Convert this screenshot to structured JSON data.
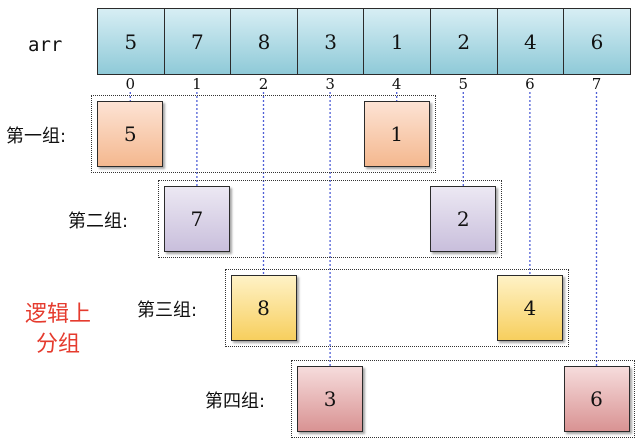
{
  "array_label": "arr",
  "array_values": [
    "5",
    "7",
    "8",
    "3",
    "1",
    "2",
    "4",
    "6"
  ],
  "indices": [
    "0",
    "1",
    "2",
    "3",
    "4",
    "5",
    "6",
    "7"
  ],
  "groups": [
    {
      "label": "第一组:",
      "members": [
        0,
        4
      ],
      "values": [
        "5",
        "1"
      ],
      "color_top": "#fde3d4",
      "color_bottom": "#f4b88f"
    },
    {
      "label": "第二组:",
      "members": [
        1,
        5
      ],
      "values": [
        "7",
        "2"
      ],
      "color_top": "#ece8f3",
      "color_bottom": "#c9bfdc"
    },
    {
      "label": "第三组:",
      "members": [
        2,
        6
      ],
      "values": [
        "8",
        "4"
      ],
      "color_top": "#fff2c6",
      "color_bottom": "#f7cf5e"
    },
    {
      "label": "第四组:",
      "members": [
        3,
        7
      ],
      "values": [
        "3",
        "6"
      ],
      "color_top": "#f6dcdc",
      "color_bottom": "#d99393"
    }
  ],
  "logical_label_line1": "逻辑上",
  "logical_label_line2": "分组",
  "colors": {
    "connector": "#4f5fd6",
    "frame": "#333333",
    "note": "#e53b2e"
  }
}
